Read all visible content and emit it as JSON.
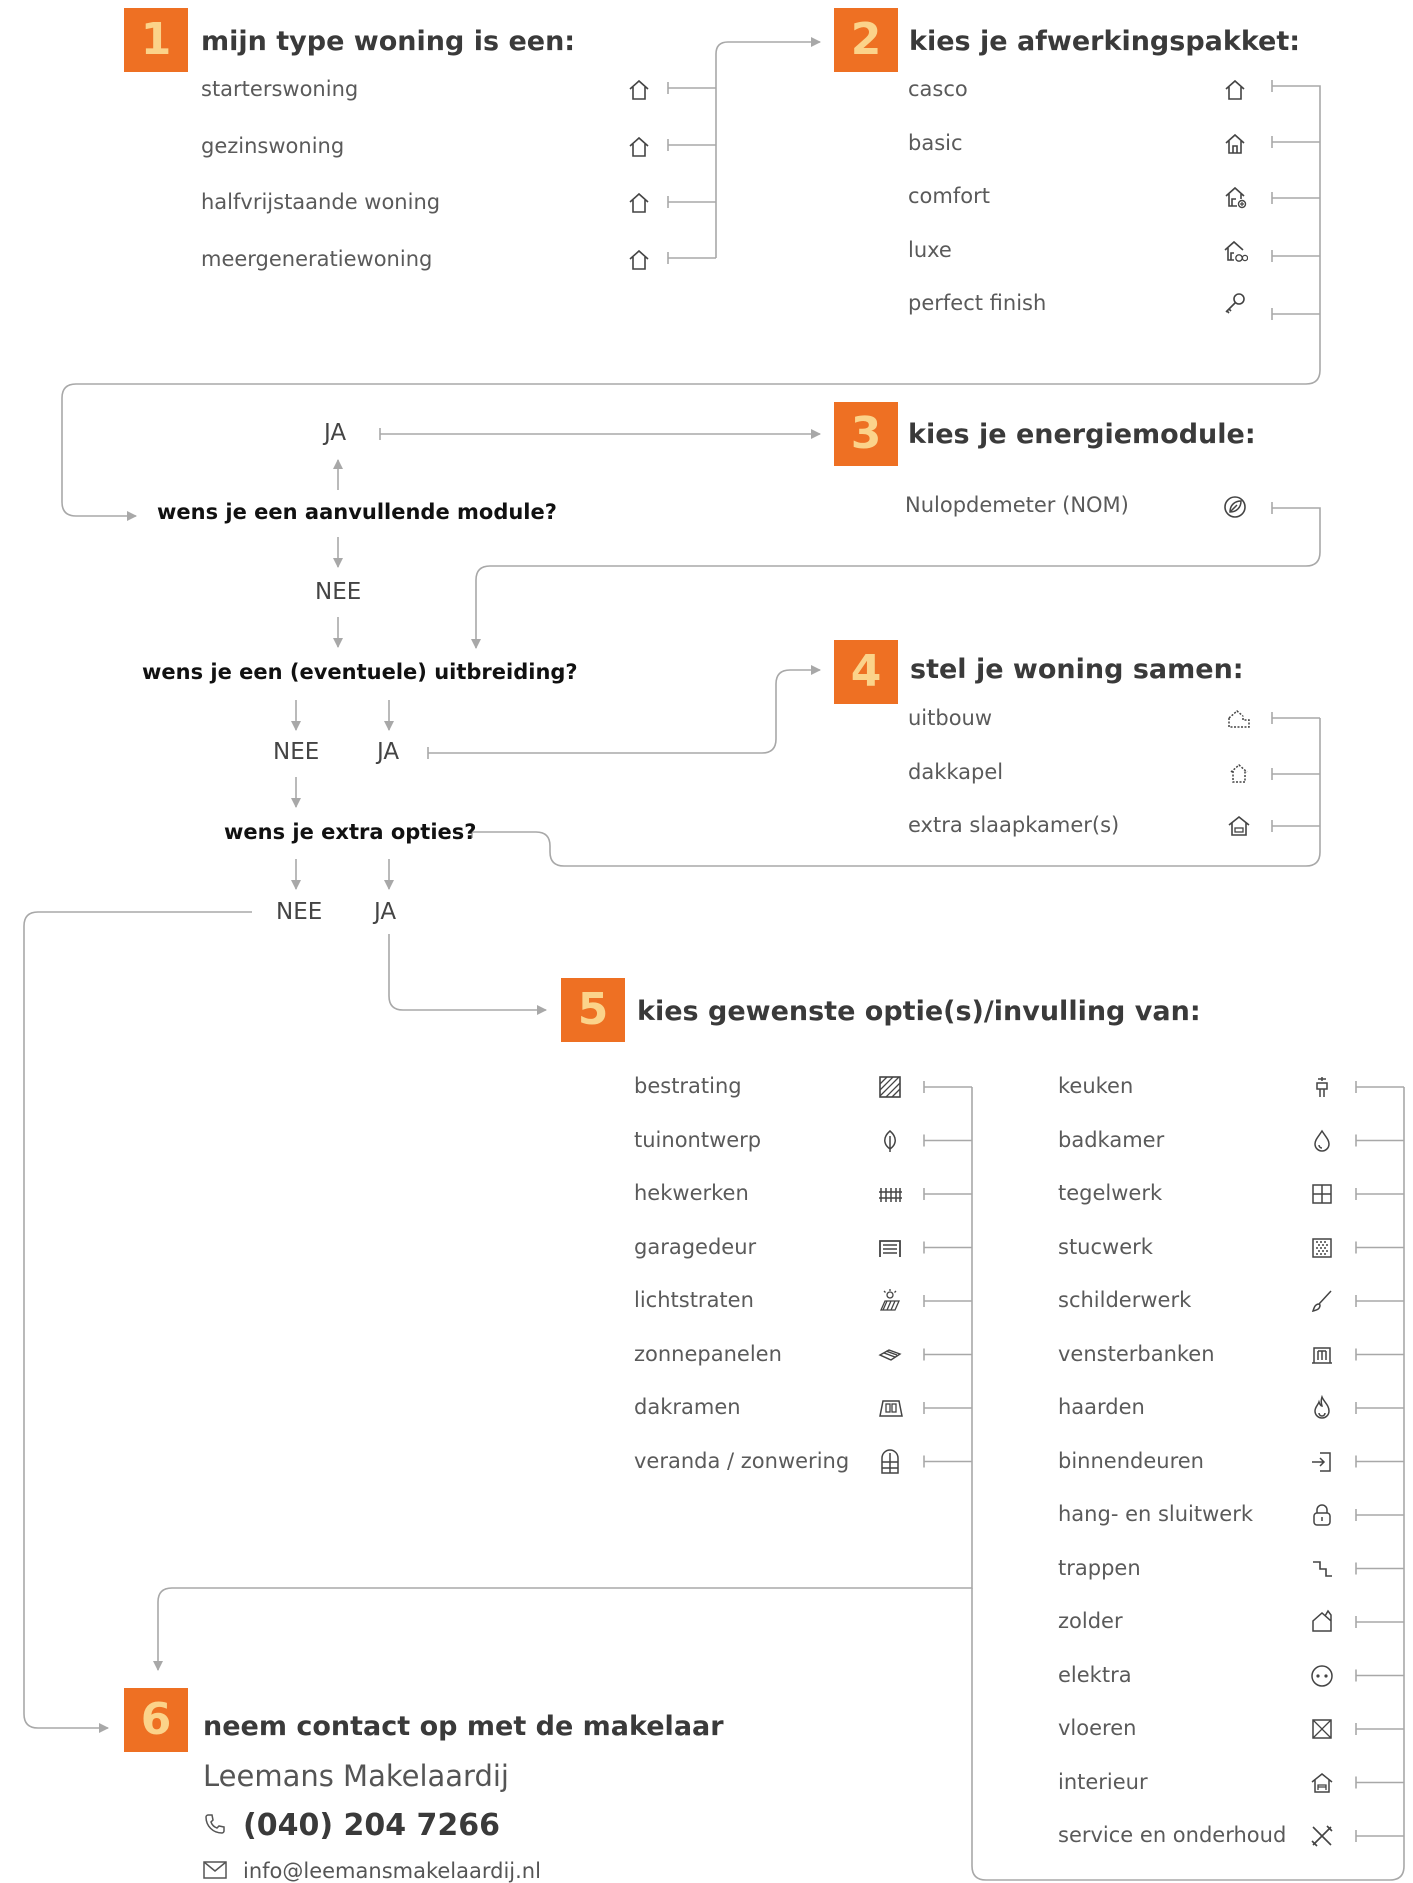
{
  "step1": {
    "number": "1",
    "heading": "mijn type woning is een:",
    "items": [
      {
        "label": "starterswoning",
        "icon": "house-outline-icon"
      },
      {
        "label": "gezinswoning",
        "icon": "house-outline-icon"
      },
      {
        "label": "halfvrijstaande woning",
        "icon": "house-outline-icon"
      },
      {
        "label": "meergeneratiewoning",
        "icon": "house-outline-icon"
      }
    ]
  },
  "step2": {
    "number": "2",
    "heading": "kies je afwerkingspakket:",
    "items": [
      {
        "label": "casco",
        "icon": "house-outline-icon"
      },
      {
        "label": "basic",
        "icon": "house-door-icon"
      },
      {
        "label": "comfort",
        "icon": "house-plus-icon"
      },
      {
        "label": "luxe",
        "icon": "house-plus-plus-icon"
      },
      {
        "label": "perfect finish",
        "icon": "key-icon"
      }
    ]
  },
  "step3": {
    "number": "3",
    "heading": "kies je energiemodule:",
    "items": [
      {
        "label": "Nulopdemeter (NOM)",
        "icon": "leaf-energy-icon"
      }
    ]
  },
  "step4": {
    "number": "4",
    "heading": "stel je woning samen:",
    "items": [
      {
        "label": "uitbouw",
        "icon": "extension-icon"
      },
      {
        "label": "dakkapel",
        "icon": "dormer-icon"
      },
      {
        "label": "extra slaapkamer(s)",
        "icon": "bedroom-icon"
      }
    ]
  },
  "step5": {
    "number": "5",
    "heading": "kies gewenste optie(s)/invulling van:",
    "left": [
      {
        "label": "bestrating",
        "icon": "paving-icon"
      },
      {
        "label": "tuinontwerp",
        "icon": "leaf-icon"
      },
      {
        "label": "hekwerken",
        "icon": "fence-icon"
      },
      {
        "label": "garagedeur",
        "icon": "garage-door-icon"
      },
      {
        "label": "lichtstraten",
        "icon": "skylight-icon"
      },
      {
        "label": "zonnepanelen",
        "icon": "solar-panel-icon"
      },
      {
        "label": "dakramen",
        "icon": "roof-window-icon"
      },
      {
        "label": "veranda / zonwering",
        "icon": "window-icon"
      }
    ],
    "right": [
      {
        "label": "keuken",
        "icon": "faucet-icon"
      },
      {
        "label": "badkamer",
        "icon": "drop-icon"
      },
      {
        "label": "tegelwerk",
        "icon": "tiles-icon"
      },
      {
        "label": "stucwerk",
        "icon": "plaster-icon"
      },
      {
        "label": "schilderwerk",
        "icon": "brush-icon"
      },
      {
        "label": "vensterbanken",
        "icon": "windowsill-icon"
      },
      {
        "label": "haarden",
        "icon": "flame-icon"
      },
      {
        "label": "binnendeuren",
        "icon": "door-enter-icon"
      },
      {
        "label": "hang- en sluitwerk",
        "icon": "lock-icon"
      },
      {
        "label": "trappen",
        "icon": "stairs-icon"
      },
      {
        "label": "zolder",
        "icon": "attic-icon"
      },
      {
        "label": "elektra",
        "icon": "socket-icon"
      },
      {
        "label": "vloeren",
        "icon": "floor-icon"
      },
      {
        "label": "interieur",
        "icon": "interior-icon"
      },
      {
        "label": "service en onderhoud",
        "icon": "tools-icon"
      }
    ]
  },
  "step6": {
    "number": "6",
    "heading": "neem contact op met de makelaar",
    "company": "Leemans Makelaardij",
    "phone": "(040) 204 7266",
    "email": "info@leemansmakelaardij.nl"
  },
  "flow": {
    "q_module": "wens je een aanvullende module?",
    "q_extension": "wens je een (eventuele) uitbreiding?",
    "q_extra": "wens je extra opties?",
    "yes": "JA",
    "no": "NEE"
  },
  "colors": {
    "accent": "#ee7023",
    "number": "#fbd38a",
    "line": "#a8a8a8"
  }
}
